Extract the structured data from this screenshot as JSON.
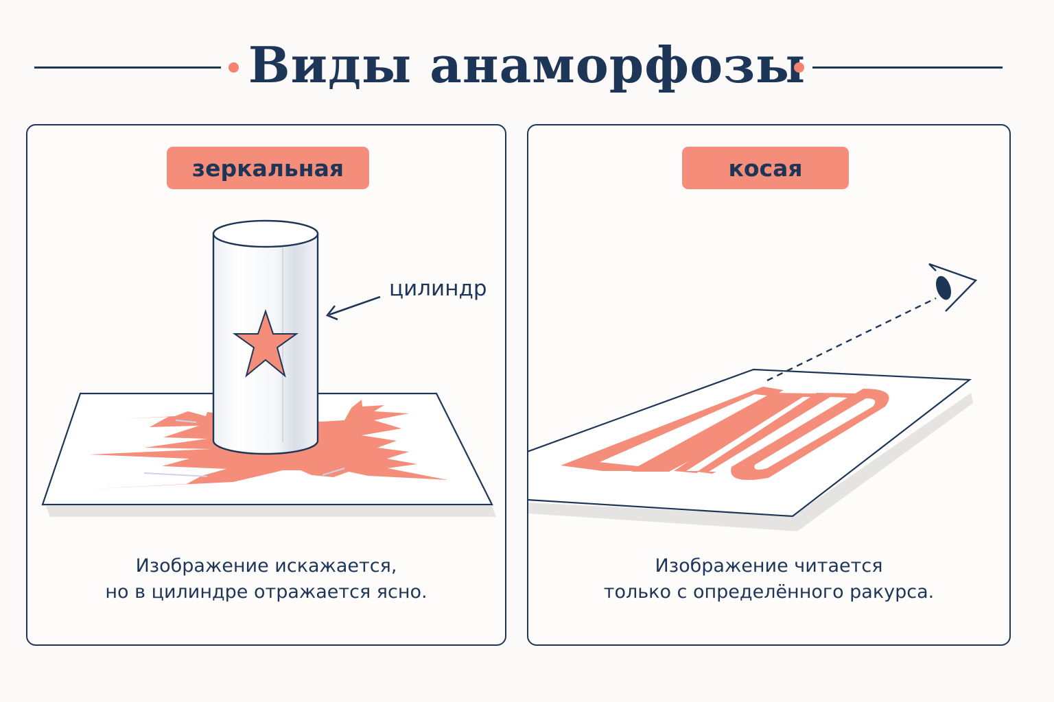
{
  "title": "Виды анаморфозы",
  "colors": {
    "navy": "#1d3557",
    "coral": "#f3826f",
    "background": "#fbfaf8"
  },
  "panels": [
    {
      "tag": "зеркальная",
      "annotation": "цилиндр",
      "caption_line1": "Изображение искажается,",
      "caption_line2": "но в цилиндре отражается ясно.",
      "icons": [
        "cylinder-mirror",
        "star",
        "arrow"
      ]
    },
    {
      "tag": "косая",
      "caption_line1": "Изображение читается",
      "caption_line2": "только с определённого ракурса.",
      "icons": [
        "eye",
        "sight-line",
        "tilted-sheet"
      ]
    }
  ]
}
